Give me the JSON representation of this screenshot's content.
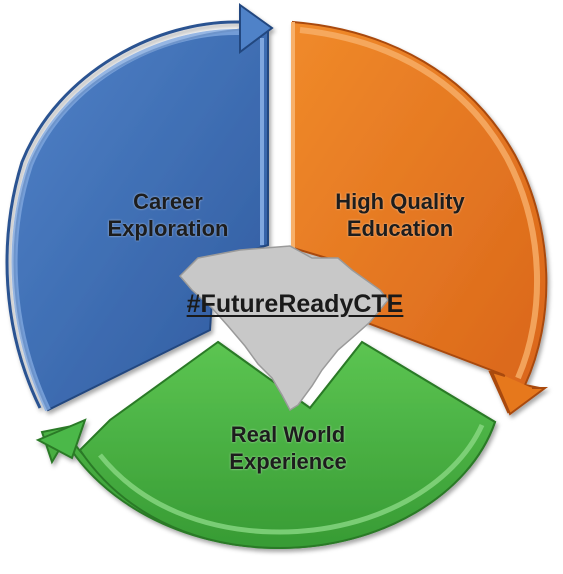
{
  "diagram": {
    "hashtag": "#FutureReadyCTE",
    "segments": [
      {
        "id": "career",
        "lines": [
          "Career",
          "Exploration"
        ],
        "color": "#3f6db3"
      },
      {
        "id": "quality",
        "lines": [
          "High Quality",
          "Education"
        ],
        "color": "#e6781e"
      },
      {
        "id": "realworld",
        "lines": [
          "Real World",
          "Experience"
        ],
        "color": "#4cb848"
      }
    ],
    "center_shape": "south-carolina-state-map",
    "center_color": "#c8c8c8"
  }
}
